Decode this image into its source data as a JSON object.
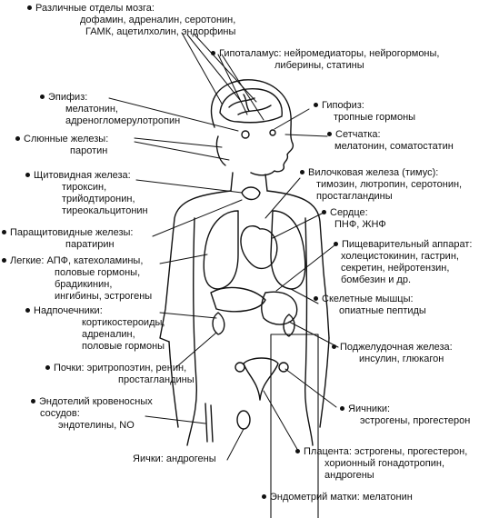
{
  "labels": [
    {
      "id": "brain",
      "lines": [
        "Различные отделы мозга:",
        "дофамин, адреналин, серотонин,",
        "ГАМК, ацетилхолин, эндорфины"
      ]
    },
    {
      "id": "hypothalamus",
      "lines": [
        "Гипоталамус: нейромедиаторы, нейрогормоны,",
        "либерины, статины"
      ]
    },
    {
      "id": "epiphysis",
      "lines": [
        "Эпифиз:",
        "мелатонин,",
        "адреногломерулотропин"
      ]
    },
    {
      "id": "pituitary",
      "lines": [
        "Гипофиз:",
        "тропные гормоны"
      ]
    },
    {
      "id": "retina",
      "lines": [
        "Сетчатка:",
        "мелатонин, соматостатин"
      ]
    },
    {
      "id": "salivary",
      "lines": [
        "Слюнные железы:",
        "паротин"
      ]
    },
    {
      "id": "thymus",
      "lines": [
        "Вилочковая железа (тимус):",
        "тимозин, лютропин, серотонин,",
        "простагландины"
      ]
    },
    {
      "id": "thyroid",
      "lines": [
        "Щитовидная железа:",
        "тироксин,",
        "трийодтиронин,",
        "тиреокальцитонин"
      ]
    },
    {
      "id": "heart",
      "lines": [
        "Сердце:",
        "ПНФ, ЖНФ"
      ]
    },
    {
      "id": "parathyroid",
      "lines": [
        "Паращитовидные железы:",
        "паратирин"
      ]
    },
    {
      "id": "digestive",
      "lines": [
        "Пищеварительный аппарат:",
        "холецистокинин, гастрин,",
        "секретин, нейротензин,",
        "бомбезин и др."
      ]
    },
    {
      "id": "lungs",
      "lines": [
        "Легкие: АПФ, катехоламины,",
        "половые гормоны,",
        "брадикинин,",
        "ингибины, эстрогены"
      ]
    },
    {
      "id": "muscles",
      "lines": [
        "Скелетные мышцы:",
        "опиатные пептиды"
      ]
    },
    {
      "id": "adrenal",
      "lines": [
        "Надпочечники:",
        "кортикостероиды,",
        "адреналин,",
        "половые гормоны"
      ]
    },
    {
      "id": "pancreas",
      "lines": [
        "Поджелудочная железа:",
        "инсулин, глюкагон"
      ]
    },
    {
      "id": "kidneys",
      "lines": [
        "Почки: эритропоэтин, ренин,",
        "простагландины"
      ]
    },
    {
      "id": "endothelium",
      "lines": [
        "Эндотелий кровеносных",
        "сосудов:",
        "эндотелины, NO"
      ]
    },
    {
      "id": "ovaries",
      "lines": [
        "Яичники:",
        "эстрогены, прогестерон"
      ]
    },
    {
      "id": "testes",
      "lines": [
        "Яички: андрогены"
      ]
    },
    {
      "id": "placenta",
      "lines": [
        "Плацента: эстрогены, прогестерон,",
        "хорионный гонадотропин,",
        "андрогены"
      ]
    },
    {
      "id": "endometrium",
      "lines": [
        "Эндометрий матки: мелатонин"
      ]
    }
  ]
}
